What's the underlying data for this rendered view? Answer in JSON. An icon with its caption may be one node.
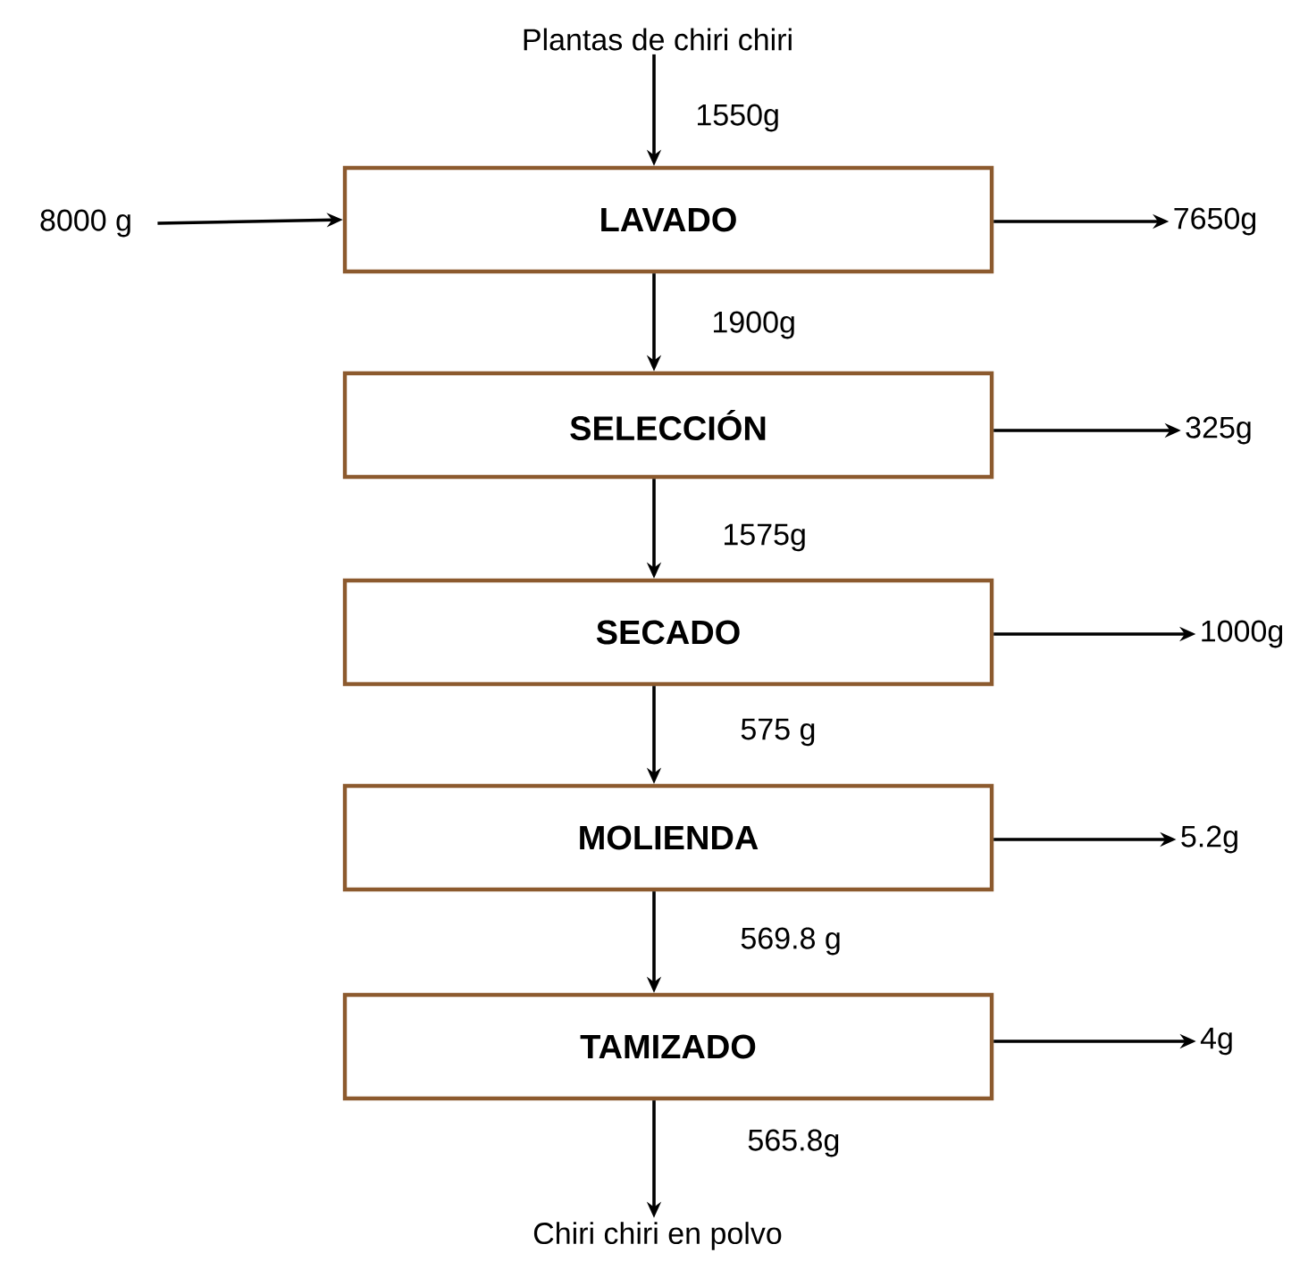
{
  "diagram": {
    "nodes": [
      {
        "text": [
          "Plantas de chiri chiri"
        ]
      },
      {
        "text": [
          "LAVADO"
        ]
      },
      {
        "text": [
          "SELECCIÓN"
        ]
      },
      {
        "text": [
          "SECADO"
        ]
      },
      {
        "text": [
          "MOLIENDA"
        ]
      },
      {
        "text": [
          "TAMIZADO"
        ]
      },
      {
        "text": [
          "Chiri chiri en polvo"
        ]
      },
      {
        "text": [
          "8000 g"
        ]
      },
      {
        "text": [
          "7650g"
        ]
      },
      {
        "text": [
          "325g"
        ]
      },
      {
        "text": [
          "1000g"
        ]
      },
      {
        "text": [
          "5.2g"
        ]
      },
      {
        "text": [
          "4g"
        ]
      }
    ],
    "edges": [
      {
        "from": 0,
        "to": 1,
        "arrow": "to",
        "label": "1550g"
      },
      {
        "from": 7,
        "to": 1,
        "arrow": "to"
      },
      {
        "from": 1,
        "to": 8,
        "arrow": "to"
      },
      {
        "from": 1,
        "to": 2,
        "arrow": "to",
        "label": "1900g"
      },
      {
        "from": 2,
        "to": 9,
        "arrow": "to"
      },
      {
        "from": 2,
        "to": 3,
        "arrow": "to",
        "label": "1575g"
      },
      {
        "from": 3,
        "to": 10,
        "arrow": "to"
      },
      {
        "from": 3,
        "to": 4,
        "arrow": "to",
        "label": "575 g"
      },
      {
        "from": 4,
        "to": 11,
        "arrow": "to"
      },
      {
        "from": 4,
        "to": 5,
        "arrow": "to",
        "label": "569.8 g"
      },
      {
        "from": 5,
        "to": 12,
        "arrow": "to"
      },
      {
        "from": 5,
        "to": 6,
        "arrow": "to",
        "label": "565.8g"
      }
    ]
  }
}
